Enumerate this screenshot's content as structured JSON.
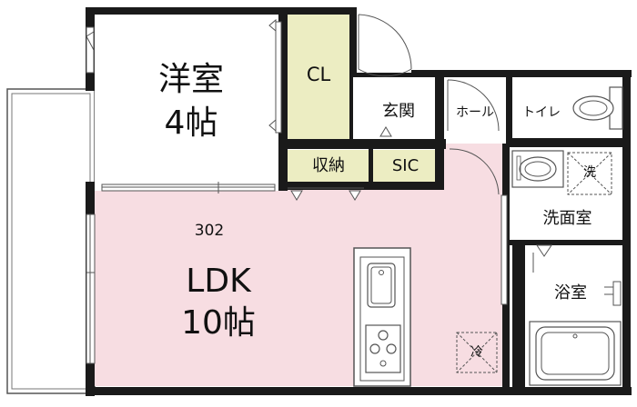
{
  "colors": {
    "wall": "#1a1a1a",
    "ldk_floor": "#f7dde2",
    "storage_floor": "#ecedc2",
    "room_floor": "#ffffff",
    "stroke": "#555555"
  },
  "unit_number": "302",
  "rooms": {
    "western": {
      "name": "洋室",
      "size": "4帖"
    },
    "closet": {
      "name": "CL"
    },
    "entrance": {
      "name": "玄関"
    },
    "hall": {
      "name": "ホール"
    },
    "toilet": {
      "name": "トイレ"
    },
    "storage": {
      "name": "収納"
    },
    "sic": {
      "name": "SIC"
    },
    "washroom": {
      "name": "洗面室"
    },
    "washer_mark": {
      "name": "洗"
    },
    "ldk": {
      "name": "LDK",
      "size": "10帖"
    },
    "fridge_mark": {
      "name": "冷"
    },
    "bath": {
      "name": "浴室"
    }
  },
  "icons": {
    "balcony": "balcony-rail",
    "stove": "stove-burners-icon",
    "sink": "kitchen-sink-icon",
    "basin": "wash-basin-icon",
    "toilet": "toilet-icon",
    "bathtub": "bathtub-icon"
  }
}
